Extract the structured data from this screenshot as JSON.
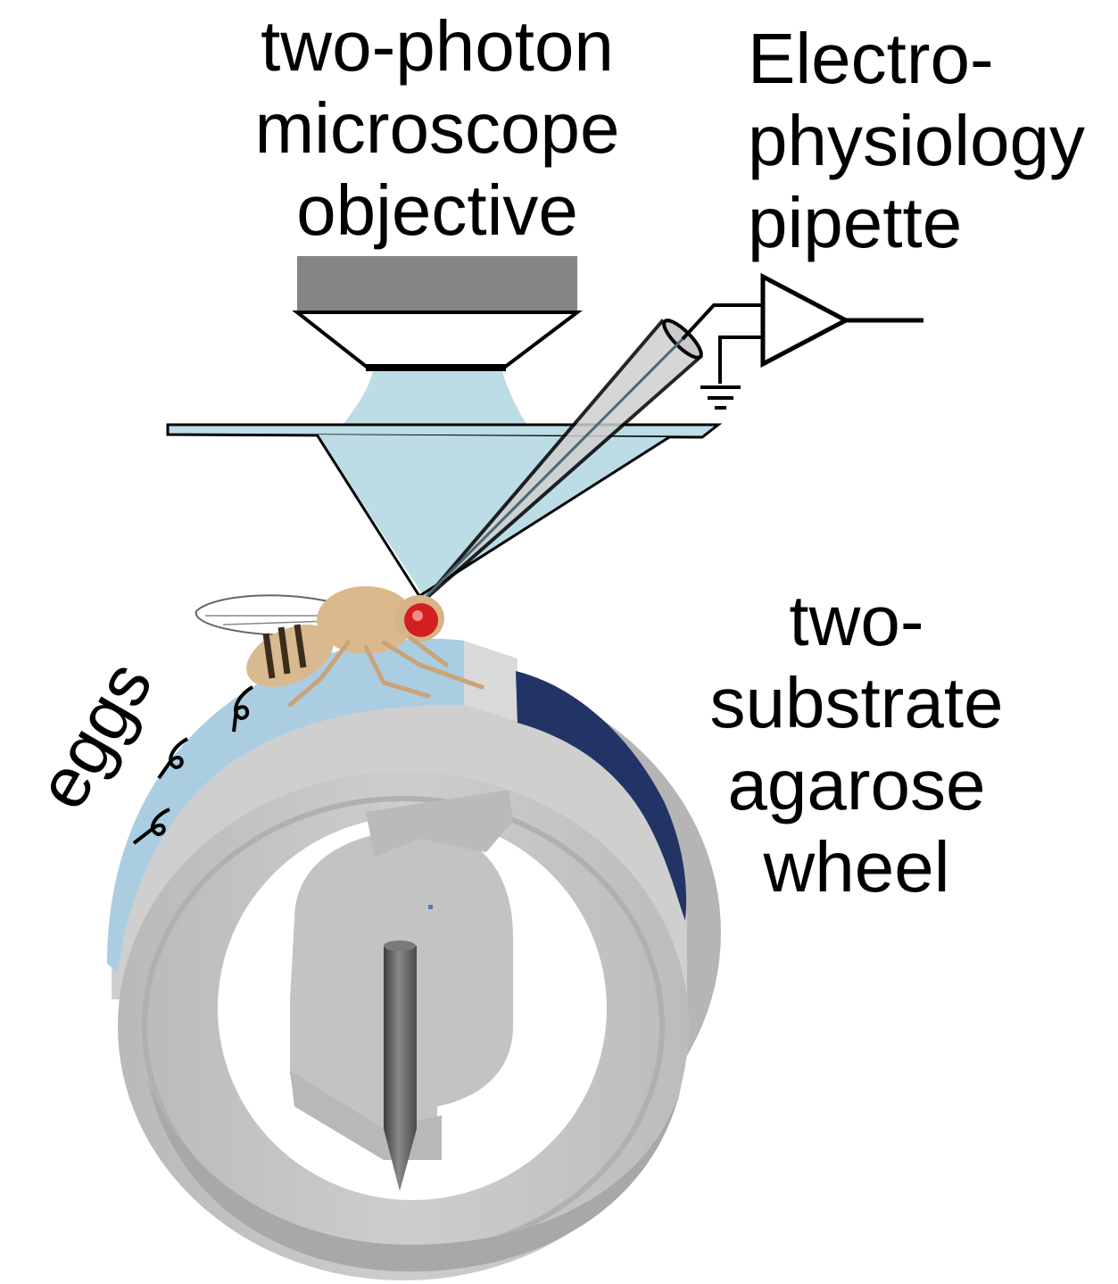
{
  "labels": {
    "objective": [
      "two-photon",
      "microscope",
      "objective"
    ],
    "pipette": [
      "Electro-",
      "physiology",
      "pipette"
    ],
    "wheel": [
      "two-",
      "substrate",
      "agarose",
      "wheel"
    ],
    "eggs": "eggs"
  },
  "colors": {
    "objective_body": "#858585",
    "light_cone": "#bcdce6",
    "substrate_light": "#aacde2",
    "substrate_dark": "#223466",
    "wheel_gray": "#c4c4c4",
    "wheel_shadow": "#a9a9a9",
    "pin": "#666666",
    "fly_body": "#dcb98c",
    "fly_eye": "#d21f1f"
  },
  "icons": [
    "amplifier-icon",
    "ground-icon",
    "fly-icon",
    "egg-icon"
  ]
}
